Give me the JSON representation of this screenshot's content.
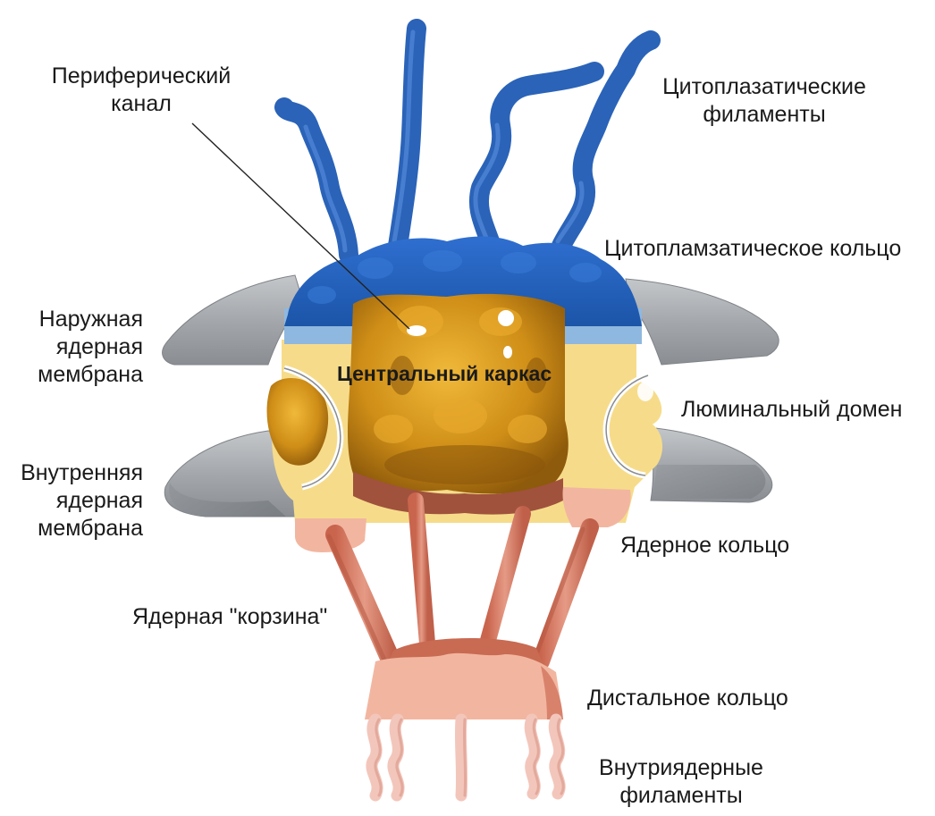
{
  "labels": {
    "peripheral_channel": [
      "Периферический",
      "канал"
    ],
    "cytoplasmic_filaments": [
      "Цитоплазатические",
      "филаменты"
    ],
    "cytoplasmic_ring": "Цитопламзатическое кольцо",
    "outer_membrane": [
      "Наружная",
      "ядерная",
      "мембрана"
    ],
    "central_scaffold": "Центральный каркас",
    "luminal_domain": "Люминальный домен",
    "inner_membrane": [
      "Внутренняя",
      "ядерная",
      "мембрана"
    ],
    "nuclear_ring": "Ядерное кольцо",
    "nuclear_basket": "Ядерная \"корзина\"",
    "distal_ring": "Дистальное кольцо",
    "intranuclear_filaments": [
      "Внутриядерные",
      "филаменты"
    ]
  },
  "colors": {
    "filament_blue": "#2a63b8",
    "ring_blue": "#1f5fbf",
    "light_blue": "#8fb8e0",
    "membrane_grey": "#a9adb1",
    "pale_yellow": "#f6dc8a",
    "scaffold_gold": "#c98a14",
    "basket_salmon": "#d98068",
    "ring_pink": "#f2b6a0",
    "intranuclear_pink": "#f3c6bb"
  }
}
